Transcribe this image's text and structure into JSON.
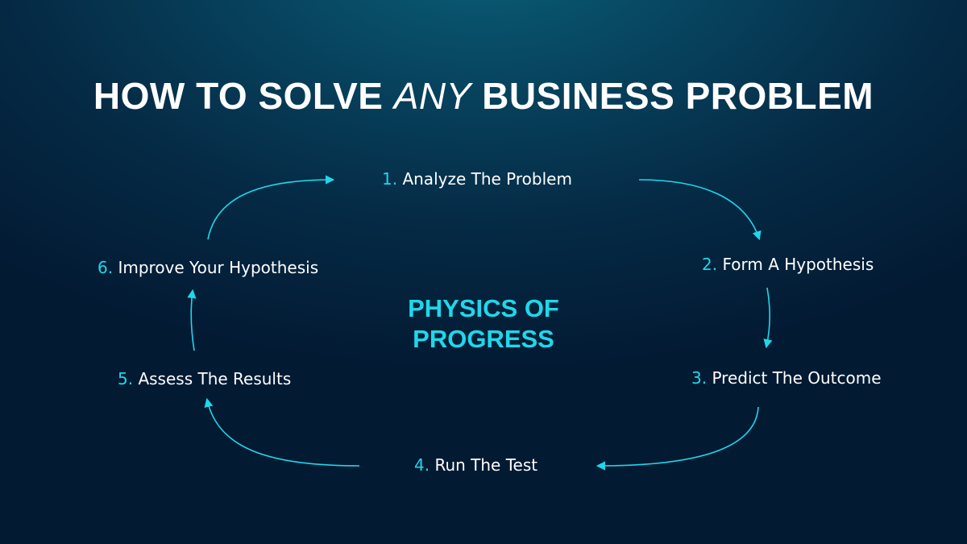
{
  "title": {
    "part1": "HOW TO SOLVE ",
    "emphasis": "ANY",
    "part2": " BUSINESS PROBLEM"
  },
  "center_label": {
    "line1": "PHYSICS OF",
    "line2": "PROGRESS"
  },
  "steps": [
    {
      "num": "1.",
      "label": "Analyze The Problem"
    },
    {
      "num": "2.",
      "label": "Form A Hypothesis"
    },
    {
      "num": "3.",
      "label": "Predict The Outcome"
    },
    {
      "num": "4.",
      "label": "Run The Test"
    },
    {
      "num": "5.",
      "label": "Assess The Results"
    },
    {
      "num": "6.",
      "label": "Improve Your Hypothesis"
    }
  ],
  "colors": {
    "accent": "#1ed8ea",
    "text": "#ffffff",
    "background_top": "#0a5f78",
    "background_bottom": "#031a33"
  }
}
